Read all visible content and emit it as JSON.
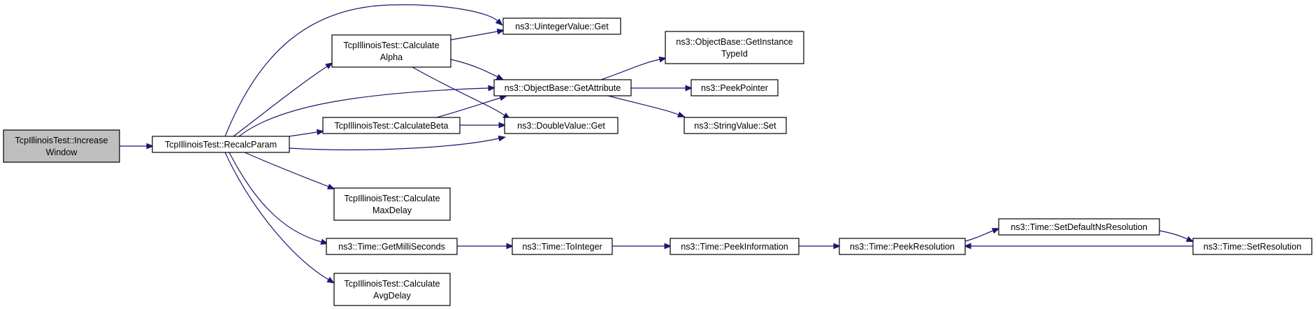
{
  "diagram": {
    "title": "",
    "nodes": [
      {
        "id": "increase_window",
        "lines": [
          "TcpIllinoisTest::Increase",
          "Window"
        ],
        "root": true
      },
      {
        "id": "recalc_param",
        "lines": [
          "TcpIllinoisTest::RecalcParam"
        ]
      },
      {
        "id": "calculate_alpha",
        "lines": [
          "TcpIllinoisTest::Calculate",
          "Alpha"
        ]
      },
      {
        "id": "calculate_beta",
        "lines": [
          "TcpIllinoisTest::CalculateBeta"
        ]
      },
      {
        "id": "calculate_max_delay",
        "lines": [
          "TcpIllinoisTest::Calculate",
          "MaxDelay"
        ]
      },
      {
        "id": "get_milli_seconds",
        "lines": [
          "ns3::Time::GetMilliSeconds"
        ]
      },
      {
        "id": "calculate_avg_delay",
        "lines": [
          "TcpIllinoisTest::Calculate",
          "AvgDelay"
        ]
      },
      {
        "id": "uinteger_value_get",
        "lines": [
          "ns3::UintegerValue::Get"
        ]
      },
      {
        "id": "object_base_get_attribute",
        "lines": [
          "ns3::ObjectBase::GetAttribute"
        ]
      },
      {
        "id": "double_value_get",
        "lines": [
          "ns3::DoubleValue::Get"
        ]
      },
      {
        "id": "time_to_integer",
        "lines": [
          "ns3::Time::ToInteger"
        ]
      },
      {
        "id": "object_base_get_instance_type_id",
        "lines": [
          "ns3::ObjectBase::GetInstance",
          "TypeId"
        ]
      },
      {
        "id": "peek_pointer",
        "lines": [
          "ns3::PeekPointer"
        ]
      },
      {
        "id": "string_value_set",
        "lines": [
          "ns3::StringValue::Set"
        ]
      },
      {
        "id": "time_peek_information",
        "lines": [
          "ns3::Time::PeekInformation"
        ]
      },
      {
        "id": "time_peek_resolution",
        "lines": [
          "ns3::Time::PeekResolution"
        ]
      },
      {
        "id": "time_set_default_ns_resolution",
        "lines": [
          "ns3::Time::SetDefaultNsResolution"
        ]
      },
      {
        "id": "time_set_resolution",
        "lines": [
          "ns3::Time::SetResolution"
        ]
      }
    ],
    "edges": [
      {
        "from": "increase_window",
        "to": "recalc_param"
      },
      {
        "from": "recalc_param",
        "to": "uinteger_value_get"
      },
      {
        "from": "recalc_param",
        "to": "calculate_alpha"
      },
      {
        "from": "recalc_param",
        "to": "object_base_get_attribute"
      },
      {
        "from": "recalc_param",
        "to": "calculate_beta"
      },
      {
        "from": "recalc_param",
        "to": "double_value_get"
      },
      {
        "from": "recalc_param",
        "to": "calculate_max_delay"
      },
      {
        "from": "recalc_param",
        "to": "get_milli_seconds"
      },
      {
        "from": "recalc_param",
        "to": "calculate_avg_delay"
      },
      {
        "from": "calculate_alpha",
        "to": "uinteger_value_get"
      },
      {
        "from": "calculate_alpha",
        "to": "object_base_get_attribute"
      },
      {
        "from": "calculate_alpha",
        "to": "double_value_get"
      },
      {
        "from": "calculate_beta",
        "to": "object_base_get_attribute"
      },
      {
        "from": "calculate_beta",
        "to": "double_value_get"
      },
      {
        "from": "object_base_get_attribute",
        "to": "object_base_get_instance_type_id"
      },
      {
        "from": "object_base_get_attribute",
        "to": "peek_pointer"
      },
      {
        "from": "object_base_get_attribute",
        "to": "string_value_set"
      },
      {
        "from": "get_milli_seconds",
        "to": "time_to_integer"
      },
      {
        "from": "time_to_integer",
        "to": "time_peek_information"
      },
      {
        "from": "time_peek_information",
        "to": "time_peek_resolution"
      },
      {
        "from": "time_peek_resolution",
        "to": "time_set_default_ns_resolution"
      },
      {
        "from": "time_set_default_ns_resolution",
        "to": "time_set_resolution"
      },
      {
        "from": "time_set_resolution",
        "to": "time_peek_resolution"
      }
    ]
  },
  "colors": {
    "edge": "#191970",
    "root_fill": "#bfbfbf",
    "node_fill": "#ffffff",
    "node_border": "#000000"
  }
}
